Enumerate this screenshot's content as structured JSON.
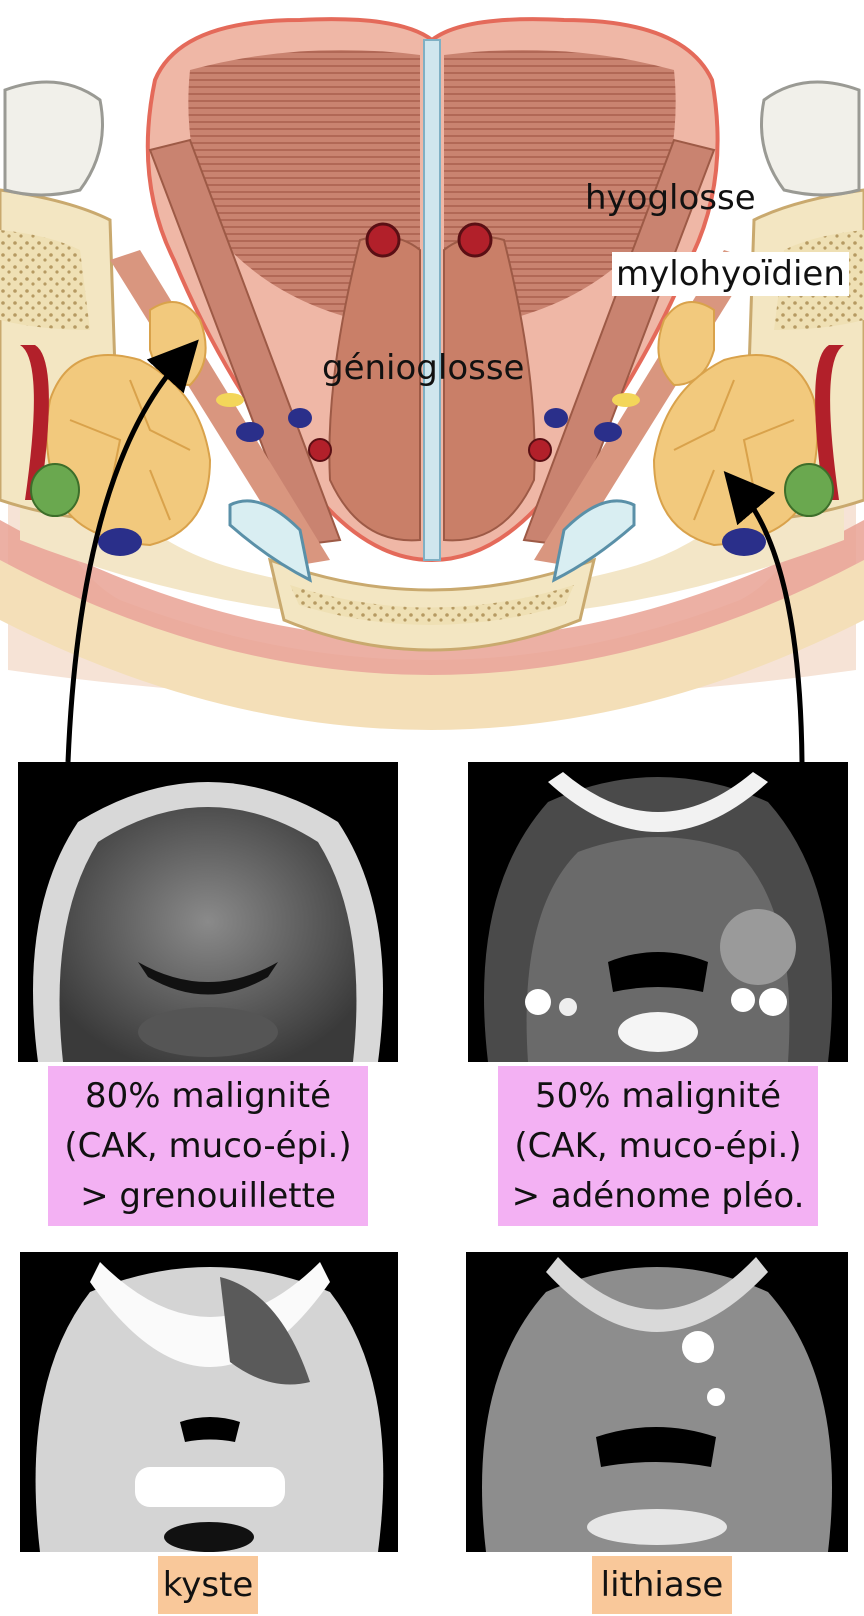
{
  "anatomy_labels": {
    "hyoglossus": "hyoglosse",
    "mylohyoid": "mylohyoïdien",
    "genioglossus": "génioglosse"
  },
  "top_left_caption": {
    "lines": [
      "80% malignité",
      "(CAK, muco-épi.)",
      "> grenouillette"
    ],
    "color": "#f3b1f3"
  },
  "top_right_caption": {
    "lines": [
      "50% malignité",
      "(CAK, muco-épi.)",
      "> adénome pléo."
    ],
    "color": "#f3b1f3"
  },
  "bottom_left_caption": {
    "text": "kyste",
    "color": "#f9c89a"
  },
  "bottom_right_caption": {
    "text": "lithiase",
    "color": "#f9c89a"
  },
  "colors": {
    "muscle": "#c97f68",
    "gland": "#f2c97d",
    "skin": "#f0cfc2",
    "bone": "#f3e6c2"
  }
}
